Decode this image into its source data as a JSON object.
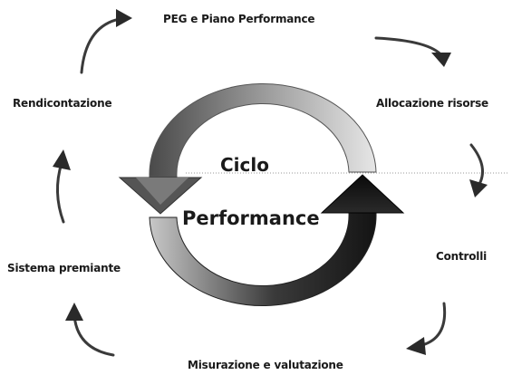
{
  "diagram": {
    "center": {
      "line1": "Ciclo",
      "line2": "Performance"
    },
    "stages": {
      "peg": "PEG e Piano Performance",
      "allocazione": "Allocazione risorse",
      "controlli": "Controlli",
      "misurazione": "Misurazione e valutazione",
      "premiante": "Sistema premiante",
      "rendicontazione": "Rendicontazione"
    },
    "colors": {
      "arrow_top_light": "#e8e8e8",
      "arrow_top_dark": "#5a5a5a",
      "arrow_bottom_light": "#a8a8a8",
      "arrow_bottom_dark": "#1c1c1c",
      "text": "#1a1a1a"
    }
  }
}
